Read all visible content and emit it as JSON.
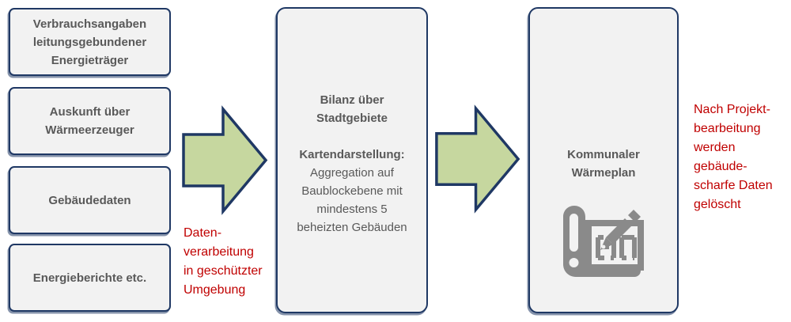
{
  "diagram": {
    "sources": [
      {
        "label": [
          "Verbrauchsangaben",
          "leitungsgebundener",
          "Energieträger"
        ]
      },
      {
        "label": [
          "Auskunft über",
          "Wärmeerzeuger"
        ]
      },
      {
        "label": [
          "Gebäudedaten"
        ]
      },
      {
        "label": [
          "Energieberichte etc."
        ]
      }
    ],
    "processing_note": [
      "Daten-",
      "verarbeitung",
      "in geschützter",
      "Umgebung"
    ],
    "balance_box": {
      "title": [
        "Bilanz über",
        "Stadtgebiete"
      ],
      "subtitle": "Kartendarstellung:",
      "body": [
        "Aggregation auf",
        "Baublockebene mit",
        "mindestens 5",
        "beheizten Gebäuden"
      ]
    },
    "result_box": {
      "title": [
        "Kommunaler",
        "Wärmeplan"
      ],
      "icon": "blueprint-pencil-icon"
    },
    "deletion_note": [
      "Nach Projekt-",
      "bearbeitung",
      "werden",
      "gebäude-",
      "scharfe Daten",
      "gelöscht"
    ],
    "colors": {
      "box_fill": "#f2f2f2",
      "box_border": "#1f3864",
      "box_text": "#595959",
      "arrow_fill": "#c6d79f",
      "arrow_border": "#1f3864",
      "note_text": "#c00000",
      "icon_gray": "#8a8a8a"
    }
  }
}
